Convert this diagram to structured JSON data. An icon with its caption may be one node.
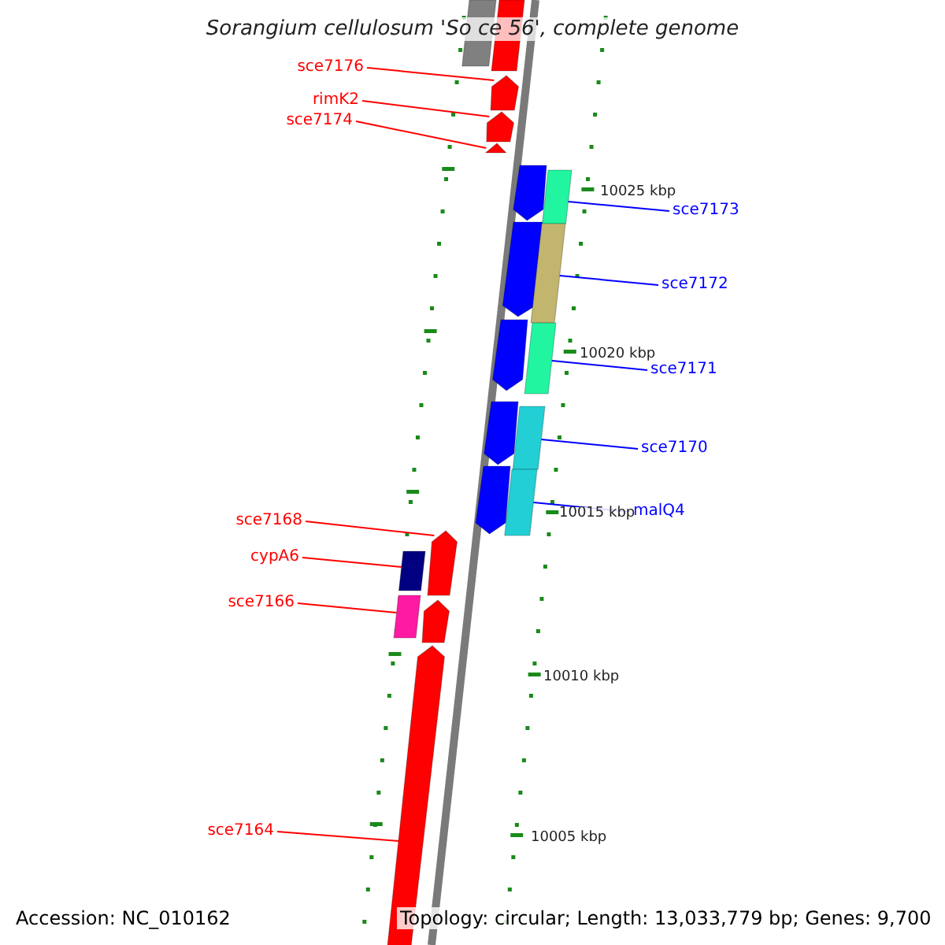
{
  "diagram": {
    "title": "Sorangium cellulosum 'So ce 56', complete genome",
    "nodes": [
      {
        "text": [
          "sce7176"
        ]
      },
      {
        "text": [
          "rimK2"
        ]
      },
      {
        "text": [
          "sce7174"
        ]
      },
      {
        "text": [
          "sce7173"
        ]
      },
      {
        "text": [
          "sce7172"
        ]
      },
      {
        "text": [
          "sce7171"
        ]
      },
      {
        "text": [
          "sce7170"
        ]
      },
      {
        "text": [
          "malQ4"
        ]
      },
      {
        "text": [
          "sce7168"
        ]
      },
      {
        "text": [
          "cypA6"
        ]
      },
      {
        "text": [
          "sce7166"
        ]
      },
      {
        "text": [
          "sce7164"
        ]
      },
      {
        "text": [],
        "shape": "box"
      },
      {
        "text": [],
        "shape": "box"
      },
      {
        "text": [],
        "shape": "arrow"
      },
      {
        "text": [],
        "shape": "arrow"
      },
      {
        "text": [],
        "shape": "arrow"
      },
      {
        "text": [],
        "shape": "arrow"
      },
      {
        "text": [],
        "shape": "arrow"
      },
      {
        "text": [],
        "shape": "arrow"
      },
      {
        "text": [],
        "shape": "arrow"
      },
      {
        "text": [],
        "shape": "arrow"
      },
      {
        "text": [],
        "shape": "box"
      },
      {
        "text": [],
        "shape": "box"
      },
      {
        "text": [],
        "shape": "box"
      },
      {
        "text": [],
        "shape": "box"
      },
      {
        "text": [],
        "shape": "box"
      },
      {
        "text": [],
        "shape": "arrow"
      },
      {
        "text": [],
        "shape": "box"
      },
      {
        "text": [],
        "shape": "arrow"
      },
      {
        "text": [],
        "shape": "box"
      },
      {
        "text": [],
        "shape": "arrow"
      }
    ],
    "edges": [
      {
        "from": 0,
        "to": 14,
        "arrow": "none"
      },
      {
        "from": 1,
        "to": 15,
        "arrow": "none"
      },
      {
        "from": 2,
        "to": 16,
        "arrow": "none"
      },
      {
        "from": 3,
        "to": 22,
        "arrow": "none",
        "color": "#0000ff"
      },
      {
        "from": 4,
        "to": 23,
        "arrow": "none",
        "color": "#0000ff"
      },
      {
        "from": 5,
        "to": 24,
        "arrow": "none",
        "color": "#0000ff"
      },
      {
        "from": 6,
        "to": 25,
        "arrow": "none",
        "color": "#0000ff"
      },
      {
        "from": 7,
        "to": 26,
        "arrow": "none",
        "color": "#0000ff"
      },
      {
        "from": 8,
        "to": 27,
        "arrow": "none"
      },
      {
        "from": 9,
        "to": 28,
        "arrow": "none"
      },
      {
        "from": 10,
        "to": 30,
        "arrow": "none"
      },
      {
        "from": 11,
        "to": 31,
        "arrow": "none"
      }
    ],
    "labels": [
      "10025 kbp",
      "10020 kbp",
      "10015 kbp",
      "10010 kbp",
      "10005 kbp",
      "Accession: NC_010162",
      "Topology: circular; Length: 13,033,779 bp; Genes: 9,700"
    ]
  }
}
